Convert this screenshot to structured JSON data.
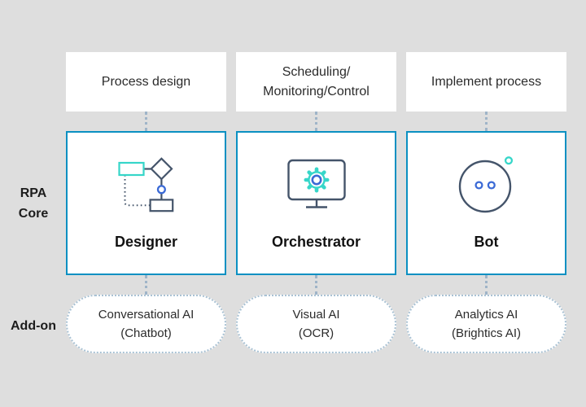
{
  "diagram": {
    "row_labels": {
      "core_line1": "RPA",
      "core_line2": "Core",
      "addon": "Add-on"
    },
    "columns": [
      {
        "function_lines": [
          "Process design"
        ],
        "core_label": "Designer",
        "icon": "flowchart-designer-icon",
        "addon_lines": [
          "Conversational AI",
          "(Chatbot)"
        ]
      },
      {
        "function_lines": [
          "Scheduling/",
          "Monitoring/Control"
        ],
        "core_label": "Orchestrator",
        "icon": "monitor-gear-icon",
        "addon_lines": [
          "Visual AI",
          "(OCR)"
        ]
      },
      {
        "function_lines": [
          "Implement process"
        ],
        "core_label": "Bot",
        "icon": "robot-face-icon",
        "addon_lines": [
          "Analytics AI",
          "(Brightics AI)"
        ]
      }
    ],
    "colors": {
      "background": "#dedede",
      "panel": "#ffffff",
      "core_card_border": "#0a90c2",
      "connector_dots": "#9fb4c8",
      "addon_pill_border": "#a9c2d4",
      "icon_navy": "#44546a",
      "icon_cyan": "#36d6c9",
      "icon_blue": "#3b6ad6",
      "text": "#2b2b2b"
    }
  }
}
